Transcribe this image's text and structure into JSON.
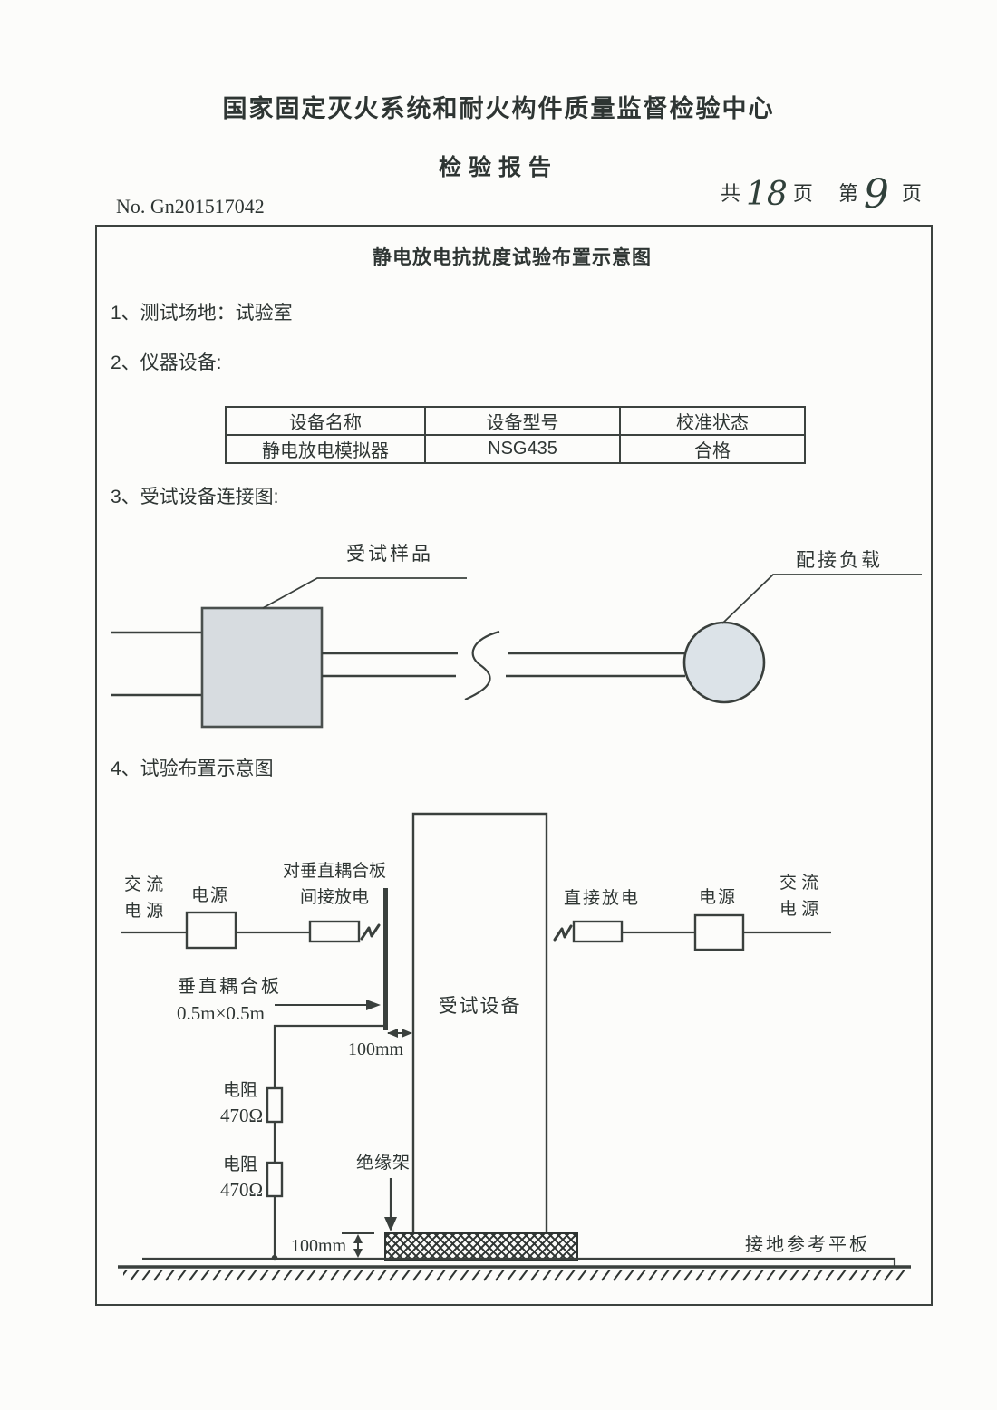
{
  "header": {
    "org_title": "国家固定灭火系统和耐火构件质量监督检验中心",
    "report_title": "检验报告",
    "report_no": "No. Gn201517042",
    "pages": {
      "total_prefix": "共",
      "total": "18",
      "total_unit": "页",
      "current_prefix": "第",
      "current": "9",
      "current_unit": "页"
    }
  },
  "content": {
    "diagram_title": "静电放电抗扰度试验布置示意图",
    "item1": "1、测试场地：试验室",
    "item2": "2、仪器设备:",
    "item3": "3、受试设备连接图:",
    "item4": "4、试验布置示意图",
    "equipment_table": {
      "headers": [
        "设备名称",
        "设备型号",
        "校准状态"
      ],
      "rows": [
        [
          "静电放电模拟器",
          "NSG435",
          "合格"
        ]
      ]
    },
    "connection_diagram": {
      "sample_label": "受试样品",
      "load_label": "配接负载"
    },
    "layout_diagram": {
      "ac_left_line1": "交 流",
      "ac_left_line2": "电 源",
      "power_left": "电源",
      "indirect_line1": "对垂直耦合板",
      "indirect_line2": "间接放电",
      "direct_label": "直接放电",
      "power_right": "电源",
      "ac_right_line1": "交 流",
      "ac_right_line2": "电 源",
      "vcp_line1": "垂直耦合板",
      "vcp_line2": "0.5m×0.5m",
      "eut_label": "受试设备",
      "gap_100mm": "100mm",
      "resistor1_name": "电阻",
      "resistor1_value": "470Ω",
      "resistor2_name": "电阻",
      "resistor2_value": "470Ω",
      "insulator_label": "绝缘架",
      "height_100mm": "100mm",
      "ground_label": "接地参考平板"
    }
  }
}
